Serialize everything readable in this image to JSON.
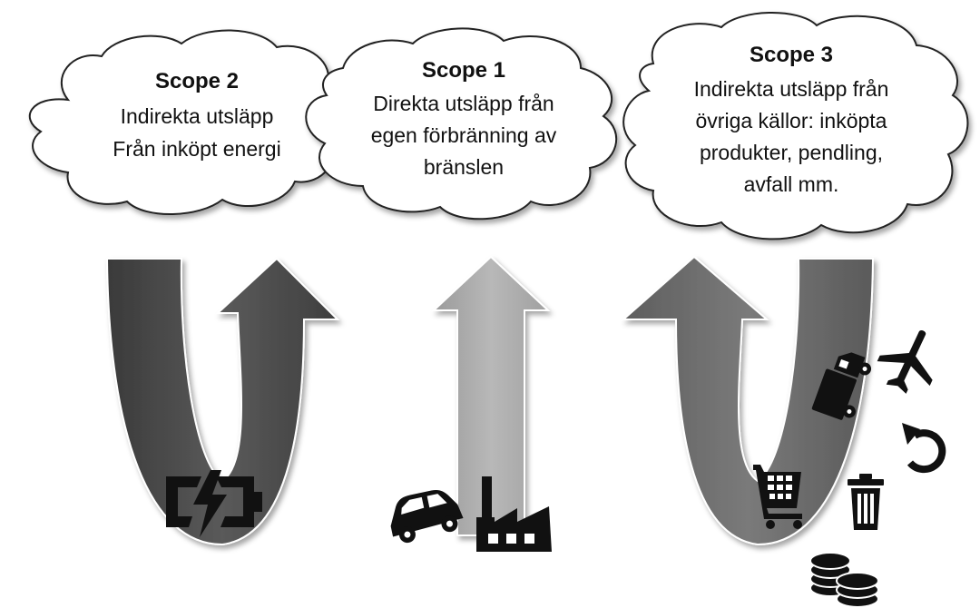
{
  "scopes": {
    "scope2": {
      "title": "Scope 2",
      "lines": [
        "Indirekta utsläpp",
        "Från inköpt energi"
      ]
    },
    "scope1": {
      "title": "Scope 1",
      "lines": [
        "Direkta utsläpp från",
        "egen förbränning  av",
        "bränslen"
      ]
    },
    "scope3": {
      "title": "Scope 3",
      "lines": [
        "Indirekta utsläpp från",
        "övriga källor: inköpta",
        "produkter, pendling,",
        "avfall mm."
      ]
    }
  },
  "colors": {
    "arrow_dark": "#4d4d4d",
    "arrow_light": "#aaaaaa",
    "arrow_mid": "#6e6e6e",
    "icon": "#111111",
    "cloud_fill": "#ffffff",
    "cloud_stroke": "#222222"
  },
  "icons": [
    "battery-charging-icon",
    "car-icon",
    "factory-icon",
    "shopping-cart-icon",
    "truck-icon",
    "airplane-icon",
    "recycle-arrow-icon",
    "trash-can-icon",
    "coins-icon"
  ]
}
